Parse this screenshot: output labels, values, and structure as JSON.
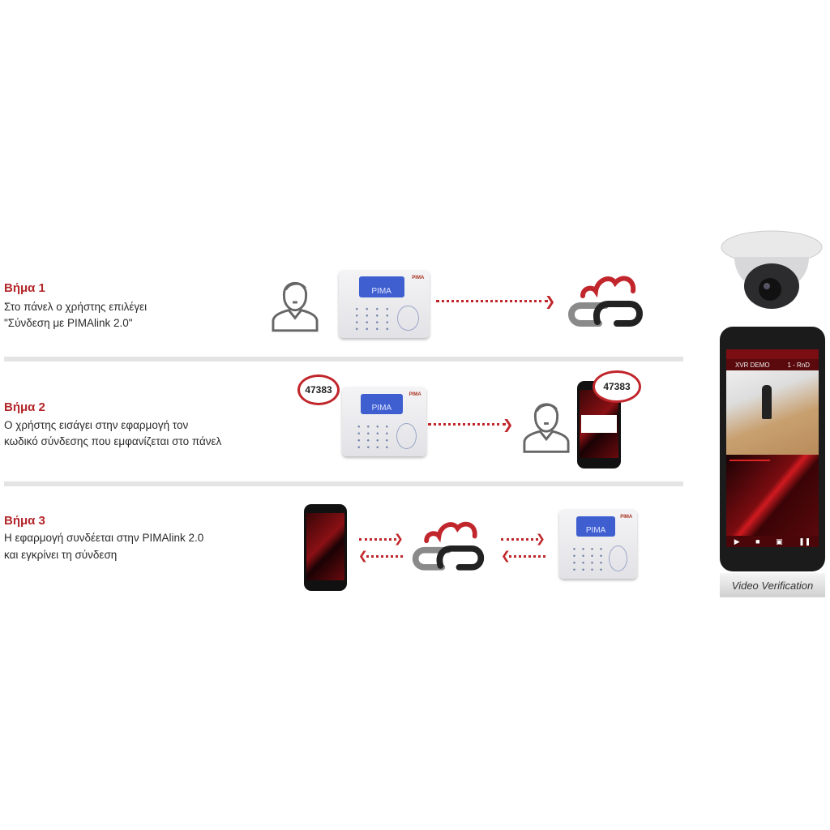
{
  "steps": [
    {
      "title": "Βήμα 1",
      "lines": [
        "Στο πάνελ ο χρήστης επιλέγει",
        "\"Σύνδεση με PIMAlink 2.0\""
      ]
    },
    {
      "title": "Βήμα 2",
      "lines": [
        "Ο χρήστης εισάγει στην εφαρμογή τον",
        "κωδικό σύνδεσης που εμφανίζεται στο πάνελ"
      ]
    },
    {
      "title": "Βήμα 3",
      "lines": [
        "Η εφαρμογή συνδέεται στην PIMAlink 2.0",
        "και εγκρίνει τη σύνδεση"
      ]
    }
  ],
  "panel": {
    "brand": "PIMA",
    "screen_text": "PIMA"
  },
  "code_bubble_panel": "47383",
  "code_bubble_phone": "47383",
  "video_phone": {
    "left_label": "XVR DEMO",
    "right_label": "1 - RnD"
  },
  "caption": "Video Verification",
  "colors": {
    "accent": "#c0262b",
    "divider": "#e4e4e4",
    "screen": "#3f5fd0"
  }
}
